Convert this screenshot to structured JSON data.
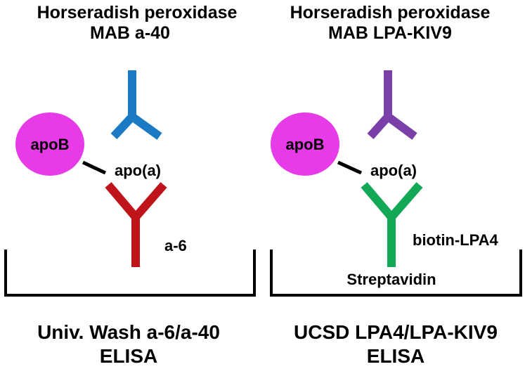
{
  "colors": {
    "apob": "#e63be6",
    "mab_a40": "#1a7bc4",
    "mab_lpa_kiv9": "#7b3fa8",
    "a6": "#c0141b",
    "biotin_lpa4": "#13a856",
    "linker": "#000000",
    "well": "#000000"
  },
  "left": {
    "detection_line1": "Horseradish peroxidase",
    "detection_line2": "MAB a-40",
    "apob_label": "apoB",
    "apoa_label": "apo(a)",
    "capture_label": "a-6",
    "footer_line1": "Univ. Wash a-6/a-40",
    "footer_line2": "ELISA"
  },
  "right": {
    "detection_line1": "Horseradish peroxidase",
    "detection_line2": "MAB LPA-KIV9",
    "apob_label": "apoB",
    "apoa_label": "apo(a)",
    "capture_label": "biotin-LPA4",
    "plate_label": "Streptavidin",
    "footer_line1": "UCSD LPA4/LPA-KIV9",
    "footer_line2": "ELISA"
  }
}
